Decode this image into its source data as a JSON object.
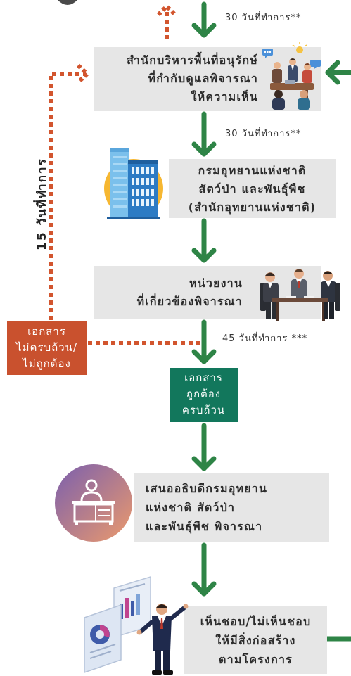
{
  "durations": {
    "top": "30 วันที่ทำการ**",
    "after_conservation": "30 วันที่ทำการ**",
    "return_period": "15 วันที่ทำการ",
    "agency_review": "45 วันที่ทำการ ***"
  },
  "steps": {
    "conservation_office": {
      "lines": [
        "สำนักบริหารพื้นที่อนุรักษ์",
        "ที่กำกับดูแลพิจารณา",
        "ให้ความเห็น"
      ],
      "icon": "meeting-icon"
    },
    "department": {
      "lines": [
        "กรมอุทยานแห่งชาติ",
        "สัตว์ป่า และพันธุ์พืช",
        "(สำนักอุทยานแห่งชาติ)"
      ],
      "icon": "building-icon"
    },
    "related_agencies": {
      "lines": [
        "หน่วยงาน",
        "ที่เกี่ยวข้องพิจารณา"
      ],
      "icon": "business-meeting-icon"
    },
    "director_general": {
      "lines": [
        "เสนออธิบดีกรมอุทยาน",
        "แห่งชาติ สัตว์ป่า",
        "และพันธุ์พืช พิจารณา"
      ],
      "icon": "desk-officer-icon"
    },
    "decision": {
      "lines": [
        "เห็นชอบ/ไม่เห็นชอบ",
        "ให้มีสิ่งก่อสร้าง",
        "ตามโครงการ"
      ],
      "icon": "presentation-icon"
    }
  },
  "status": {
    "incomplete": {
      "lines": [
        "เอกสาร",
        "ไม่ครบถ้วน/",
        "ไม่ถูกต้อง"
      ],
      "color": "#C9512E"
    },
    "complete": {
      "lines": [
        "เอกสาร",
        "ถูกต้อง",
        "ครบถ้วน"
      ],
      "color": "#12775C"
    }
  },
  "colors": {
    "flow_arrow": "#2E8446",
    "return_arrow": "#D2552E",
    "step_box": "#E6E6E6",
    "text": "#2B2B2B"
  }
}
